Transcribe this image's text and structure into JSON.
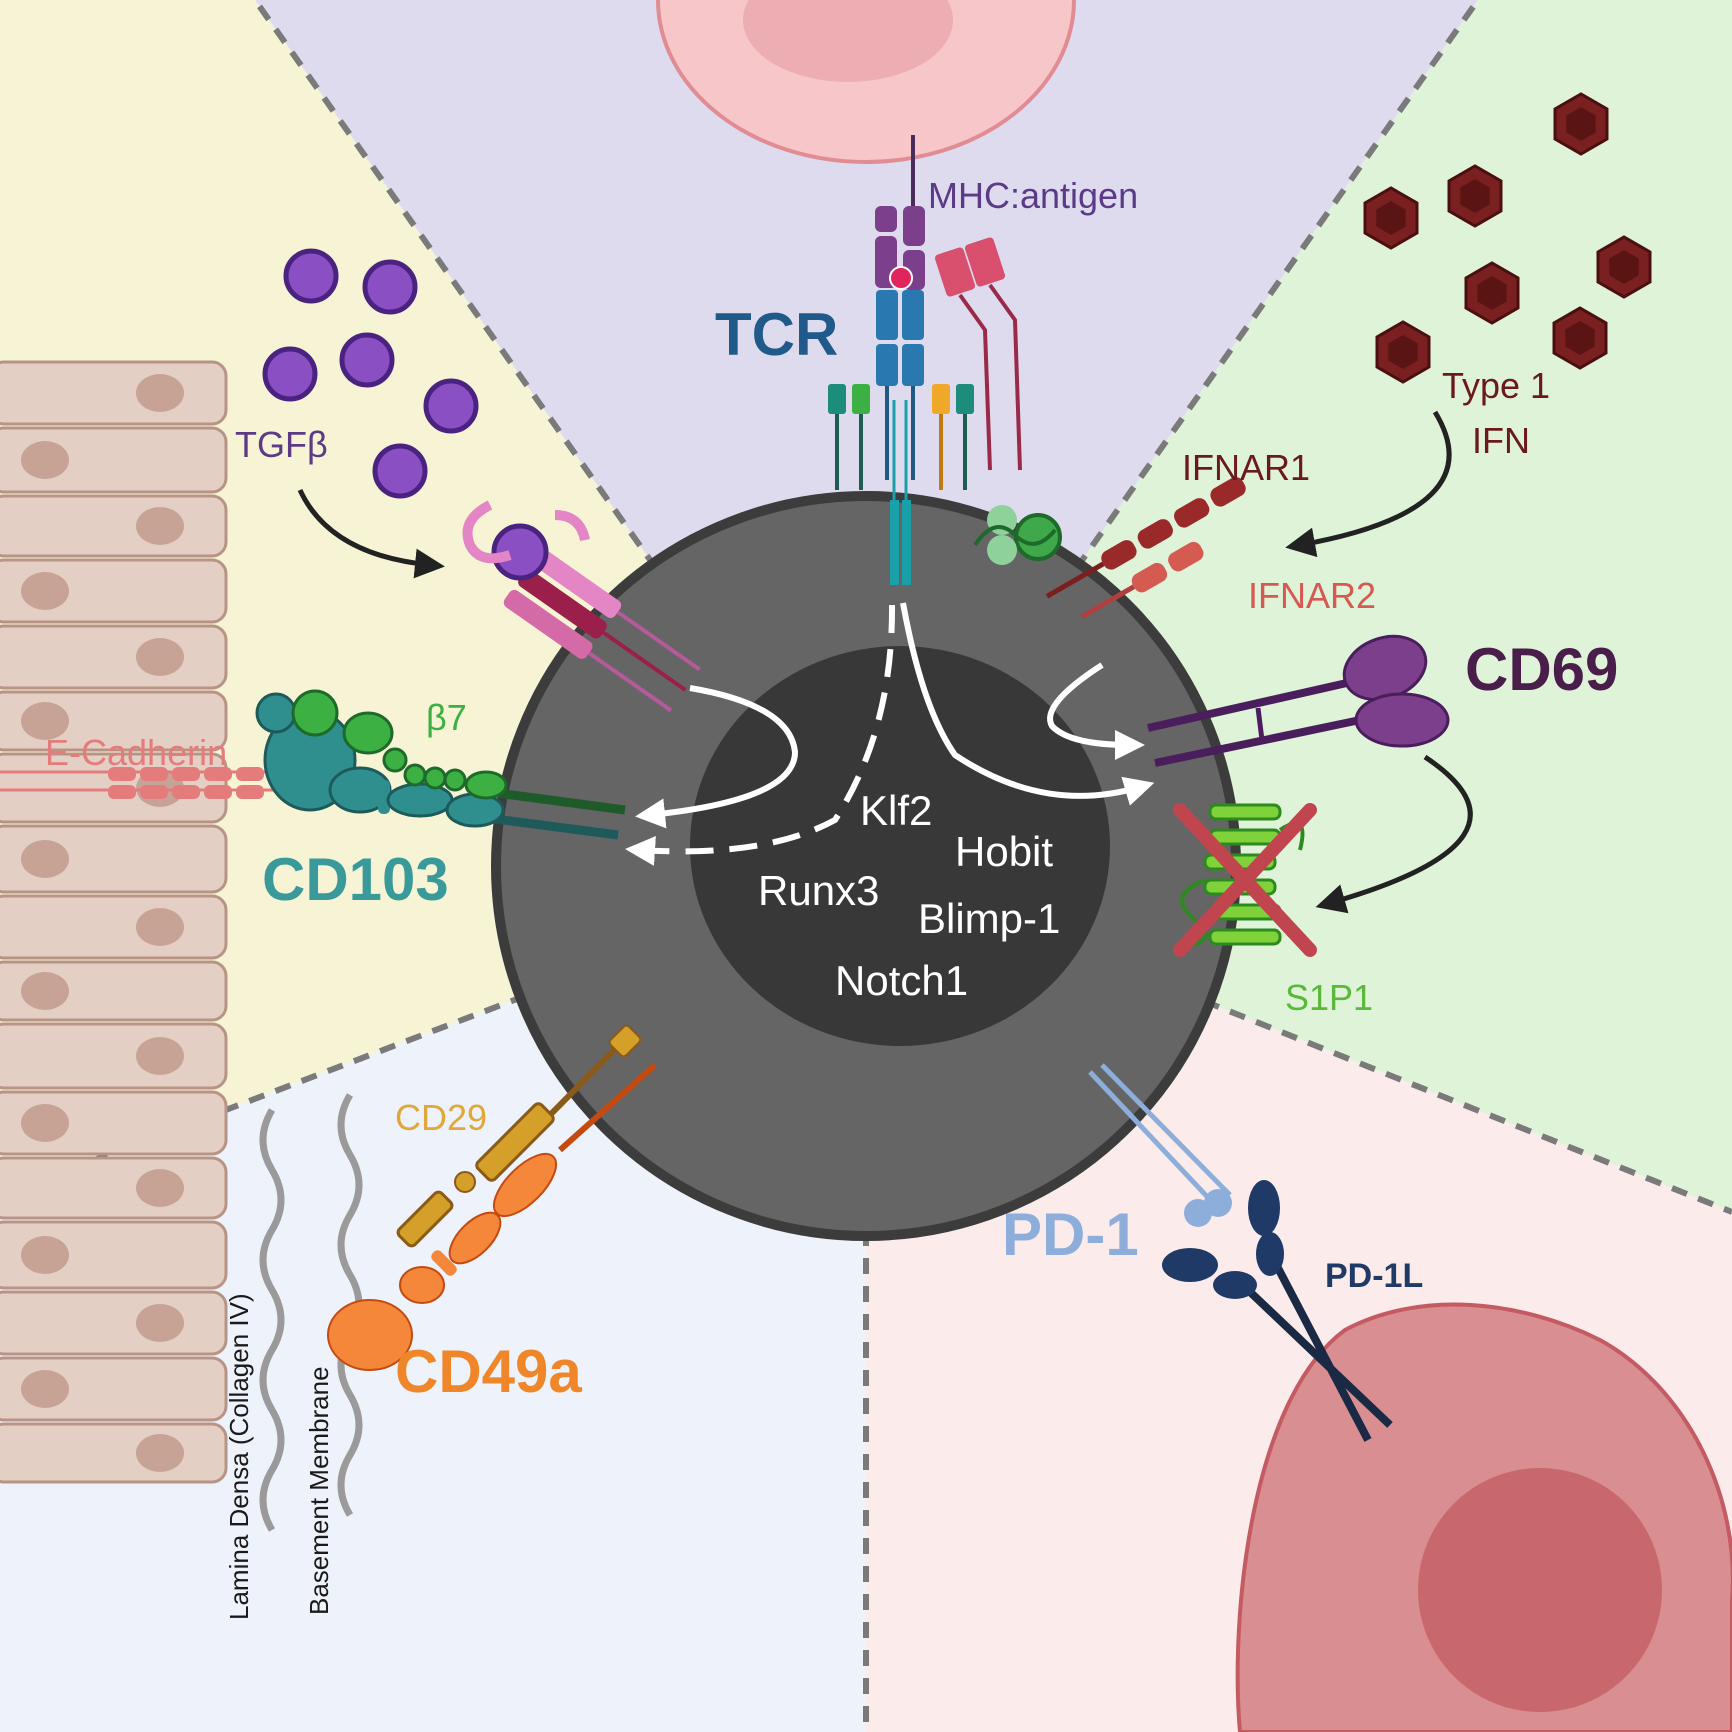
{
  "labels": {
    "mhc": "MHC:antigen",
    "tcr": "TCR",
    "tgfb": "TGFβ",
    "type1ifn_line1": "Type 1",
    "type1ifn_line2": "IFN",
    "ifnar1": "IFNAR1",
    "ifnar2": "IFNAR2",
    "cd69": "CD69",
    "b7": "β7",
    "ecadherin": "E-Cadherin",
    "cd103": "CD103",
    "s1p1": "S1P1",
    "cd29": "CD29",
    "cd49a": "CD49a",
    "pd1": "PD-1",
    "pd1l": "PD-1L",
    "lamina": "Lamina Densa (Collagen IV)",
    "basement": "Basement Membrane"
  },
  "transcription_factors": [
    "Klf2",
    "Hobit",
    "Runx3",
    "Blimp-1",
    "Notch1"
  ],
  "colors": {
    "sector_top": "#dedbef",
    "sector_left": "#f6f4d4",
    "sector_right": "#dff3d9",
    "sector_bottom_left": "#edf2fb",
    "sector_bottom_right": "#fcebeb",
    "cell_outer": "#656565",
    "cell_nucleus": "#383838",
    "tgfb": "#8b4fc4",
    "ifn": "#7a2020",
    "cd69": "#7b3f8b",
    "cd103": "#2f8f8f",
    "ecadherin": "#e57c7c",
    "s1p1": "#7fd23a",
    "cd29": "#d4a02a",
    "cd49a": "#f5873a",
    "pd1": "#8daedb",
    "pd1l": "#1f3a66"
  }
}
